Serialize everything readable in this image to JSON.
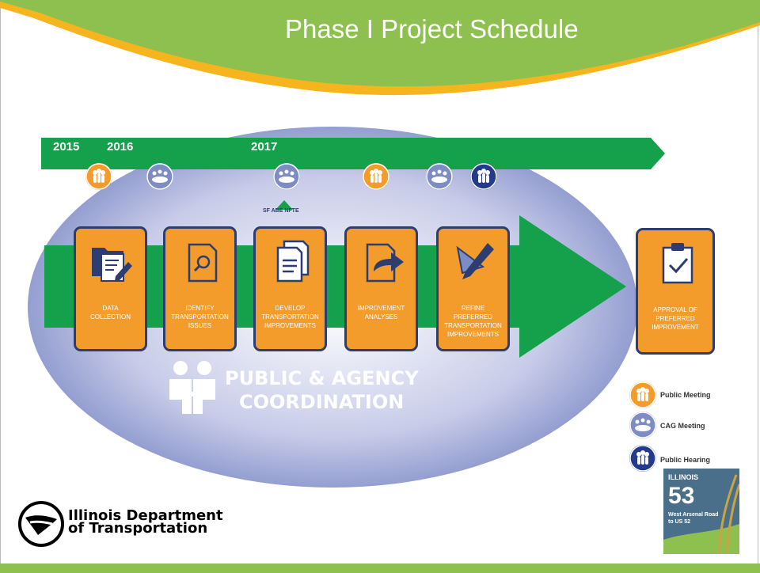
{
  "slide": {
    "title": "Phase I Project Schedule"
  },
  "timeline": {
    "years": [
      "2015",
      "2016",
      "2017"
    ],
    "marker_label": "SF ABE NFTE"
  },
  "steps": [
    {
      "label": "DATA\nCOLLECTION",
      "icon": "folder-document-icon"
    },
    {
      "label": "IDENTIFY\nTRANSPORTATION\nISSUES",
      "icon": "magnifier-document-icon"
    },
    {
      "label": "DEVELOP\nTRANSPORTATION\nIMPROVEMENTS",
      "icon": "documents-icon"
    },
    {
      "label": "IMPROVEMENT\nANALYSES",
      "icon": "arrow-document-icon"
    },
    {
      "label": "REFINE\nPREFERRED\nTRANSPORTATION\nIMPROVEMENTS",
      "icon": "design-tools-icon"
    }
  ],
  "final_step": {
    "label": "APPROVAL OF\nPREFERRED\nIMPROVEMENT",
    "icon": "clipboard-check-icon"
  },
  "coordination": {
    "line1": "PUBLIC & AGENCY",
    "line2": "COORDINATION"
  },
  "legend": [
    {
      "label": "Public Meeting",
      "color": "#f39c2c"
    },
    {
      "label": "CAG Meeting",
      "color": "#7d8cc4"
    },
    {
      "label": "Public Hearing",
      "color": "#243a8c"
    }
  ],
  "footer": {
    "org_line1": "Illinois Department",
    "org_line2": "of Transportation"
  },
  "badge": {
    "state": "ILLINOIS",
    "route": "53",
    "desc_line1": "West Arsenal Road",
    "desc_line2": "to US 52"
  },
  "colors": {
    "green": "#15a04b",
    "orange": "#f39c2c",
    "navy": "#2d3d6f",
    "lavender": "#7d8cc4",
    "dark_blue": "#243a8c",
    "swoosh_green": "#8dc04f",
    "swoosh_yellow": "#f6b51e"
  }
}
